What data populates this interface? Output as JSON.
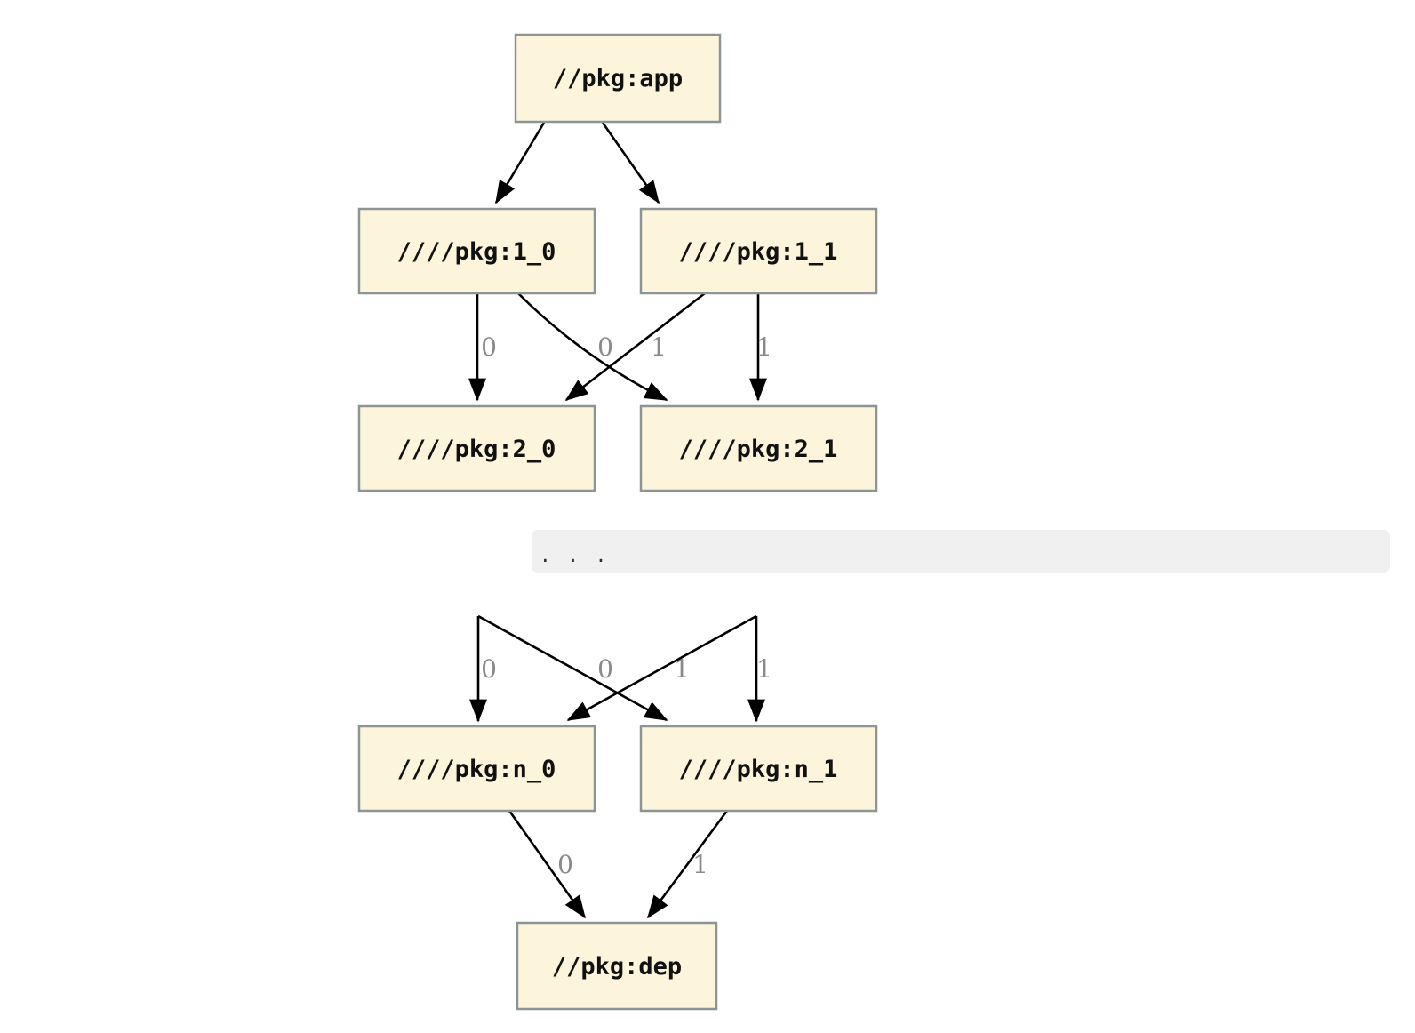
{
  "diagram": {
    "type": "dependency-graph",
    "direction": "top-down",
    "nodes": {
      "app": {
        "label": "//pkg:app"
      },
      "l1_0": {
        "label": "////pkg:1_0"
      },
      "l1_1": {
        "label": "////pkg:1_1"
      },
      "l2_0": {
        "label": "////pkg:2_0"
      },
      "l2_1": {
        "label": "////pkg:2_1"
      },
      "ln_0": {
        "label": "////pkg:n_0"
      },
      "ln_1": {
        "label": "////pkg:n_1"
      },
      "dep": {
        "label": "//pkg:dep"
      }
    },
    "ellipsis": ". . .",
    "edges": [
      {
        "from": "//pkg:app",
        "to": "////pkg:1_0"
      },
      {
        "from": "//pkg:app",
        "to": "////pkg:1_1"
      },
      {
        "from": "////pkg:1_0",
        "to": "////pkg:2_0",
        "label": "0"
      },
      {
        "from": "////pkg:1_0",
        "to": "////pkg:2_1",
        "label": "1"
      },
      {
        "from": "////pkg:1_1",
        "to": "////pkg:2_0",
        "label": "0"
      },
      {
        "from": "////pkg:1_1",
        "to": "////pkg:2_1",
        "label": "1"
      },
      {
        "from": "...",
        "to": "////pkg:n_0",
        "label": "0"
      },
      {
        "from": "...",
        "to": "////pkg:n_1",
        "label": "1"
      },
      {
        "from": "...",
        "to": "////pkg:n_0",
        "label": "0"
      },
      {
        "from": "...",
        "to": "////pkg:n_1",
        "label": "1"
      },
      {
        "from": "////pkg:n_0",
        "to": "//pkg:dep",
        "label": "0"
      },
      {
        "from": "////pkg:n_1",
        "to": "//pkg:dep",
        "label": "1"
      }
    ],
    "colors": {
      "node_fill": "#FCF5DC",
      "node_border": "#8D9496",
      "edge": "#000000",
      "edge_label": "#8A8A8A",
      "ellipsis_background": "#F0F0F0",
      "background": "#FFFFFF"
    }
  }
}
